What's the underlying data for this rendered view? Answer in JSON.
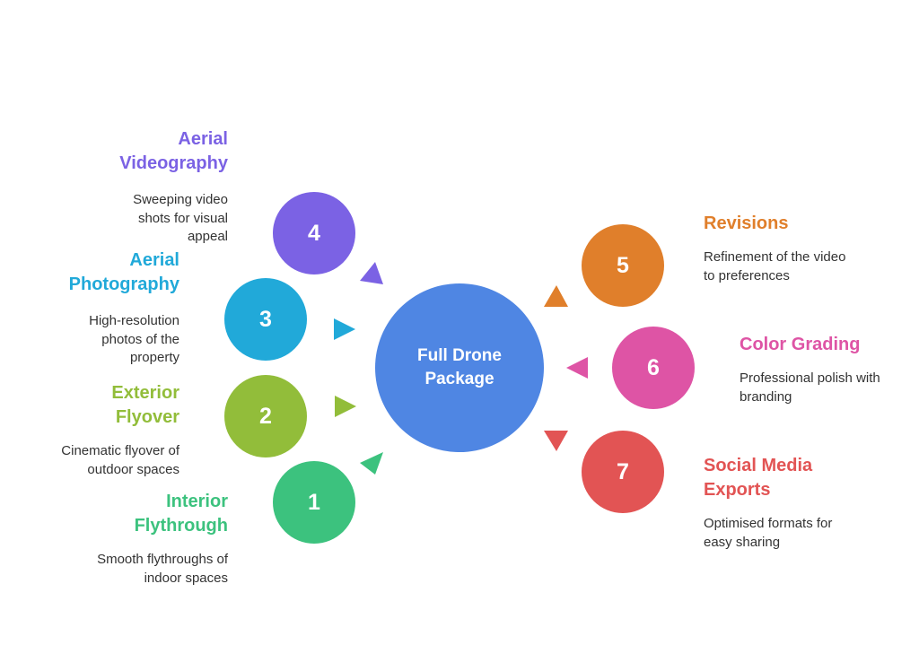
{
  "center": {
    "title": "Full Drone Package",
    "color": "#4f86e3"
  },
  "items": [
    {
      "number": "1",
      "title": "Interior Flythrough",
      "description": "Smooth flythroughs of indoor spaces",
      "color": "#3cc27e"
    },
    {
      "number": "2",
      "title": "Exterior Flyover",
      "description": "Cinematic flyover of outdoor spaces",
      "color": "#92bd3a"
    },
    {
      "number": "3",
      "title": "Aerial Photography",
      "description": "High-resolution photos of the property",
      "color": "#21a9d9"
    },
    {
      "number": "4",
      "title": "Aerial Videography",
      "description": "Sweeping video shots for visual appeal",
      "color": "#7b62e4"
    },
    {
      "number": "5",
      "title": "Revisions",
      "description": "Refinement of the video to preferences",
      "color": "#e07f2b"
    },
    {
      "number": "6",
      "title": "Color Grading",
      "description": "Professional polish with branding",
      "color": "#de54a5"
    },
    {
      "number": "7",
      "title": "Social Media Exports",
      "description": "Optimised formats for easy sharing",
      "color": "#e25454"
    }
  ]
}
